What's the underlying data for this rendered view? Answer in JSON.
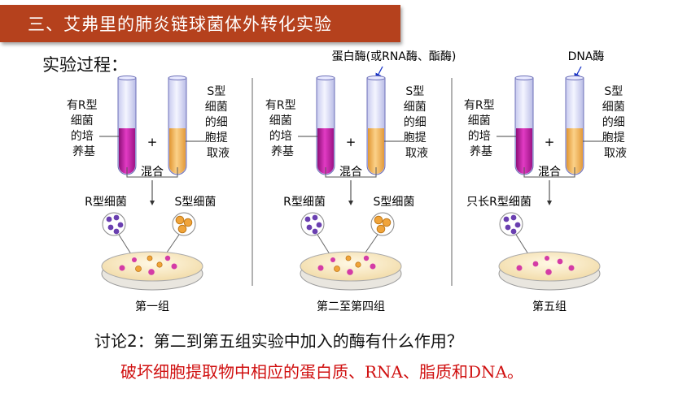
{
  "header": {
    "title": "三、艾弗里的肺炎链球菌体外转化实验"
  },
  "section": {
    "label": "实验过程："
  },
  "panels": [
    {
      "enzyme": "",
      "left_tube": [
        "有R型",
        "细菌",
        "的培",
        "养基"
      ],
      "right_tube": [
        "S型",
        "细菌",
        "的细",
        "胞提",
        "取液"
      ],
      "plus": "+",
      "mix": "混合",
      "bact_left": "R型细菌",
      "bact_right": "S型细菌",
      "group": "第一组"
    },
    {
      "enzyme": "蛋白酶(或RNA酶、酯酶)",
      "left_tube": [
        "有R型",
        "细菌",
        "的培",
        "养基"
      ],
      "right_tube": [
        "S型",
        "细菌",
        "的细",
        "胞提",
        "取液"
      ],
      "plus": "+",
      "mix": "混合",
      "bact_left": "R型细菌",
      "bact_right": "S型细菌",
      "group": "第二至第四组"
    },
    {
      "enzyme": "DNA酶",
      "left_tube": [
        "有R型",
        "细菌",
        "的培",
        "养基"
      ],
      "right_tube": [
        "S型",
        "细菌",
        "的细",
        "胞提",
        "取液"
      ],
      "plus": "+",
      "mix": "混合",
      "bact_left": "只长R型细菌",
      "bact_right": "",
      "group": "第五组"
    }
  ],
  "discussion": {
    "question": "讨论2：第二到第五组实验中加入的酶有什么作用？",
    "answer": "破坏细胞提取物中相应的蛋白质、RNA、脂质和DNA。"
  },
  "colors": {
    "title_bg": "#b5411d",
    "medium": "#cc1aa8",
    "extract": "#f2b45a",
    "r_bacteria": "#6a3fb0",
    "s_bacteria": "#f0a43a",
    "answer_text": "#d01010"
  }
}
